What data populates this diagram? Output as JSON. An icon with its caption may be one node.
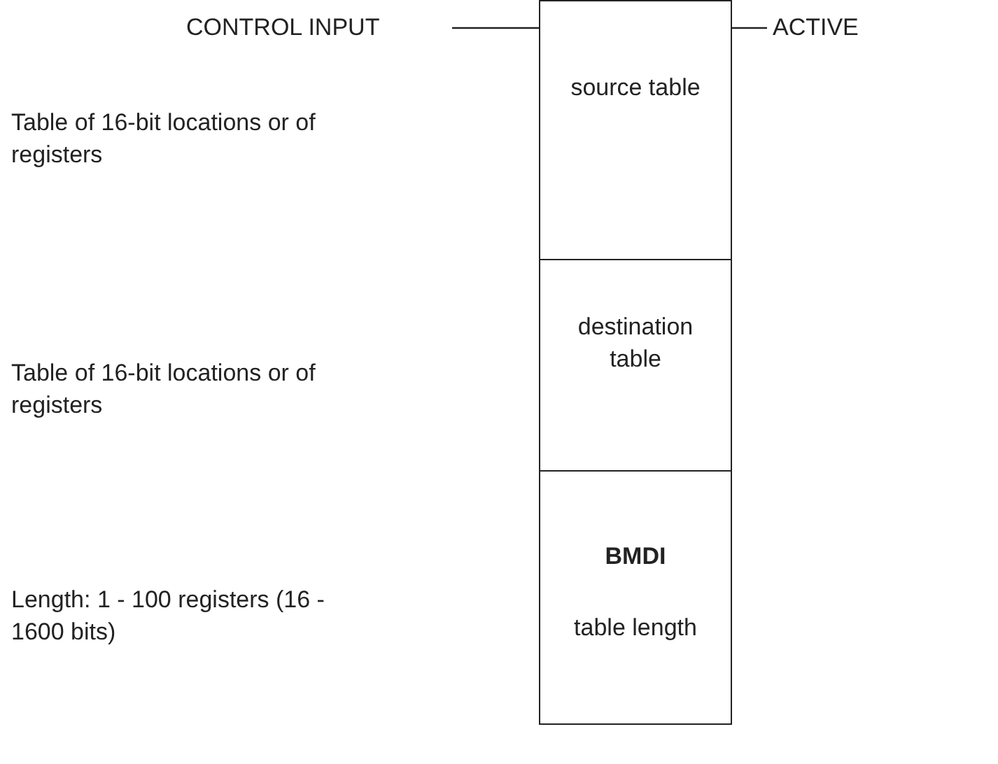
{
  "diagram": {
    "nodes": [
      {
        "text": [
          "source table"
        ]
      },
      {
        "text": [
          "destination table"
        ]
      },
      {
        "text": [
          "BMDI",
          "table length"
        ]
      },
      {
        "text": [
          "CONTROL INPUT"
        ]
      },
      {
        "text": [
          "ACTIVE"
        ]
      }
    ],
    "edges": [
      {
        "from": 3,
        "to": 0,
        "arrow": "none"
      },
      {
        "from": 0,
        "to": 4,
        "arrow": "none"
      }
    ],
    "labels": [
      "Table of 16-bit locations or of registers",
      "Table of 16-bit locations or of registers",
      "Length: 1 - 100 registers (16 - 1600 bits)"
    ]
  }
}
